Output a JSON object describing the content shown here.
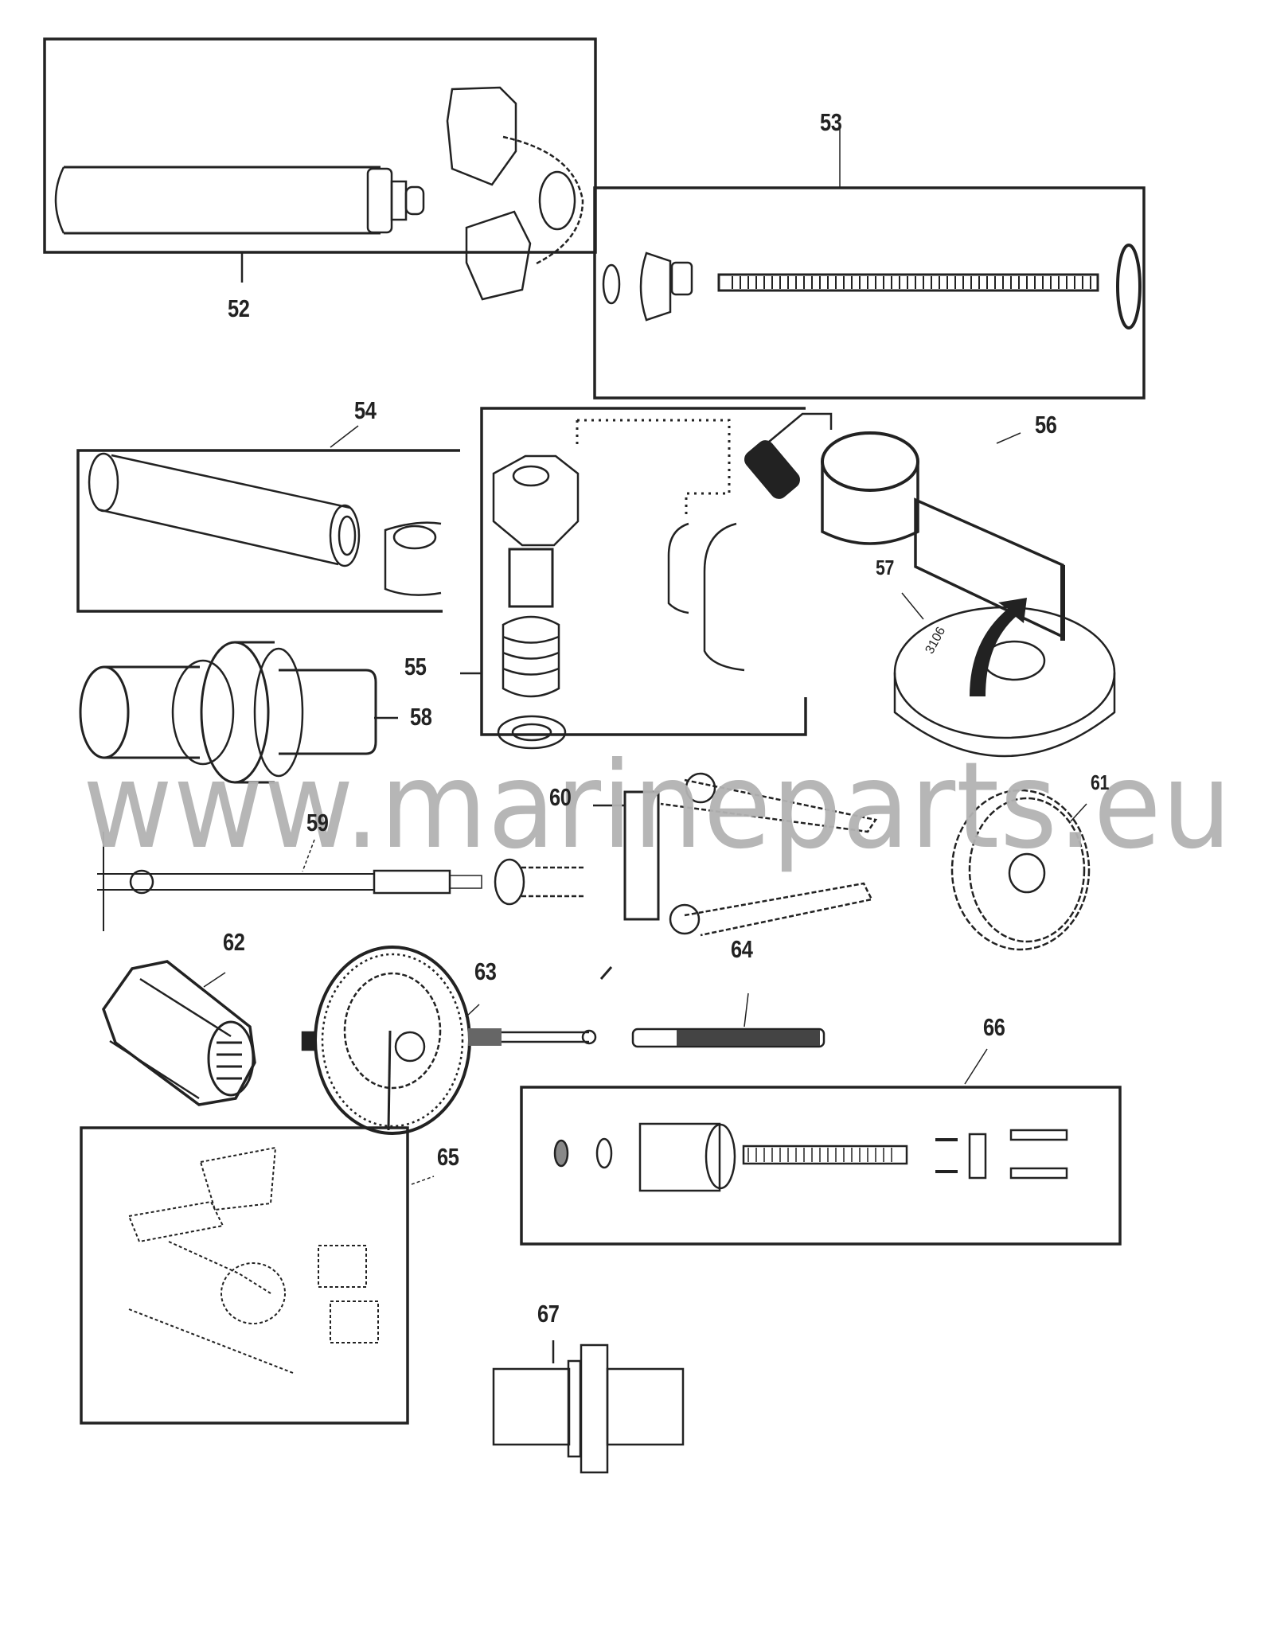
{
  "diagram": {
    "type": "exploded-parts-diagram",
    "watermark": "www.marineparts.eu",
    "colors": {
      "line": "#222222",
      "watermark": "#b3b3b3",
      "background": "#ffffff"
    },
    "callouts": [
      {
        "id": "52",
        "label": "52",
        "part": "tool kit: cylindrical mandrel with plug and two square inserts"
      },
      {
        "id": "53",
        "label": "53",
        "part": "kit: nut, stepped cone, long threaded rod, knurled nut"
      },
      {
        "id": "54",
        "label": "54",
        "part": "kit: tube and bushing"
      },
      {
        "id": "55",
        "label": "55",
        "part": "kit: hex fitting, spring, washers, split collars"
      },
      {
        "id": "56",
        "label": "56",
        "part": "clamp with gauge arm"
      },
      {
        "id": "57",
        "label": "57",
        "part": "disc gauge"
      },
      {
        "id": "58",
        "label": "58",
        "part": "stepped driver"
      },
      {
        "id": "59",
        "label": "59",
        "part": "puller rod with T-handle"
      },
      {
        "id": "60",
        "label": "60",
        "part": "lever tool"
      },
      {
        "id": "61",
        "label": "61",
        "part": "spacer disc"
      },
      {
        "id": "62",
        "label": "62",
        "part": "splined hex socket"
      },
      {
        "id": "63",
        "label": "63",
        "part": "dial indicator"
      },
      {
        "id": "64",
        "label": "64",
        "part": "threaded extension rod"
      },
      {
        "id": "65",
        "label": "65",
        "part": "fixture kit with indicator and adapters"
      },
      {
        "id": "66",
        "label": "66",
        "part": "kit: nut, washer, sleeve, bolt, pins, jaws"
      },
      {
        "id": "67",
        "label": "67",
        "part": "coupler sleeve"
      }
    ],
    "disc_marking": "3106"
  }
}
